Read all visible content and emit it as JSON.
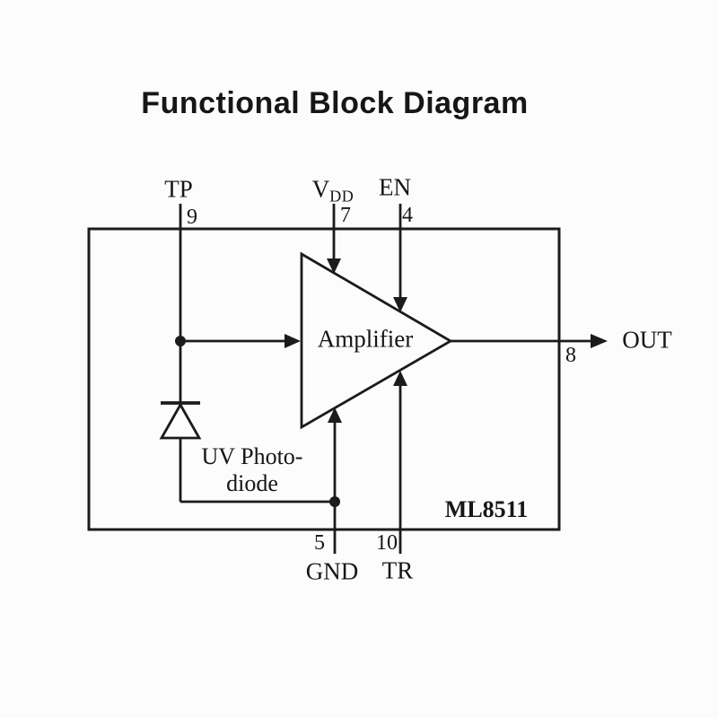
{
  "title": "Functional Block Diagram",
  "chip_name": "ML8511",
  "amplifier": {
    "label": "Amplifier"
  },
  "photodiode": {
    "label_line1": "UV Photo-",
    "label_line2": "diode"
  },
  "pins": {
    "tp": {
      "name": "TP",
      "number": "9"
    },
    "vdd": {
      "name": "V",
      "sub": "DD",
      "number": "7"
    },
    "en": {
      "name": "EN",
      "number": "4"
    },
    "out": {
      "name": "OUT",
      "number": "8"
    },
    "gnd": {
      "name": "GND",
      "number": "5"
    },
    "tr": {
      "name": "TR",
      "number": "10"
    }
  },
  "colors": {
    "line_color": "#1b1b1b",
    "background_color": "#fcfcfc",
    "text_color": "#161616"
  }
}
